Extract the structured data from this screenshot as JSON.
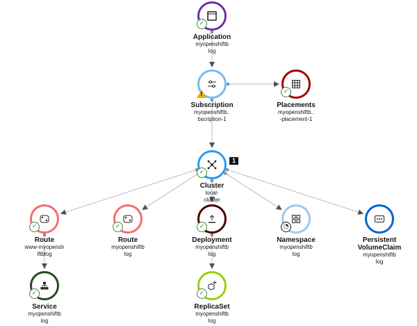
{
  "nodes": {
    "application": {
      "title": "Application",
      "subtitle_lines": [
        "myopenshiftb",
        "log"
      ],
      "icon": "application-icon",
      "color": "#6f2da8",
      "status": "ok"
    },
    "subscription": {
      "title": "Subscription",
      "subtitle_lines": [
        "myopenshiftb..",
        "bscription-1"
      ],
      "icon": "subscription-icon",
      "color": "#73bcf7",
      "status": "warning"
    },
    "placements": {
      "title": "Placements",
      "subtitle_lines": [
        "myopenshiftb..",
        "-placement-1"
      ],
      "icon": "placements-icon",
      "color": "#a30000",
      "status": "ok"
    },
    "cluster": {
      "title": "Cluster",
      "subtitle_lines": [
        "local-",
        "cluster"
      ],
      "icon": "cluster-icon",
      "color": "#2b9af3",
      "status": "ok",
      "badge": "1"
    },
    "route1": {
      "title": "Route",
      "subtitle_lines": [
        "www-myopensh",
        "iftblog"
      ],
      "icon": "route-icon",
      "color": "#f56e6e",
      "status": "ok"
    },
    "route2": {
      "title": "Route",
      "subtitle_lines": [
        "myopenshiftb",
        "log"
      ],
      "icon": "route-icon",
      "color": "#f56e6e",
      "status": "ok"
    },
    "deployment": {
      "title": "Deployment",
      "subtitle_lines": [
        "myopenshiftb",
        "log"
      ],
      "icon": "deployment-icon",
      "color": "#470000",
      "status": "ok"
    },
    "namespace": {
      "title": "Namespace",
      "subtitle_lines": [
        "myopenshiftb",
        "log"
      ],
      "icon": "namespace-icon",
      "color": "#9bc9f0",
      "status": "pending"
    },
    "pvc": {
      "title": "Persistent",
      "title2": "VolumeClaim",
      "subtitle_lines": [
        "myopenshiftb",
        "log"
      ],
      "icon": "storage-icon",
      "color": "#0066cc",
      "status": "none"
    },
    "service": {
      "title": "Service",
      "subtitle_lines": [
        "myopenshiftb",
        "log"
      ],
      "icon": "service-icon",
      "color": "#1e4f18",
      "status": "ok"
    },
    "replicaset": {
      "title": "ReplicaSet",
      "subtitle_lines": [
        "myopenshiftb",
        "log"
      ],
      "icon": "replicaset-icon",
      "color": "#92d400",
      "status": "ok"
    }
  },
  "edges": [
    [
      "application",
      "subscription"
    ],
    [
      "subscription",
      "placements"
    ],
    [
      "subscription",
      "cluster"
    ],
    [
      "cluster",
      "route1"
    ],
    [
      "cluster",
      "route2"
    ],
    [
      "cluster",
      "deployment"
    ],
    [
      "cluster",
      "namespace"
    ],
    [
      "cluster",
      "pvc"
    ],
    [
      "route1",
      "service"
    ],
    [
      "deployment",
      "replicaset"
    ]
  ]
}
